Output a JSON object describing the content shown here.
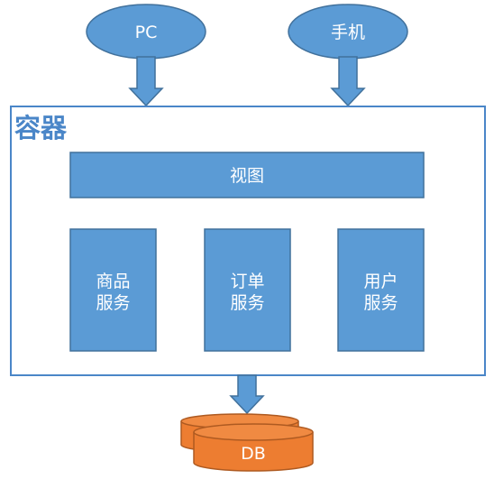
{
  "clients": {
    "pc": "PC",
    "mobile": "手机"
  },
  "container": {
    "title": "容器",
    "view": "视图",
    "services": {
      "product": [
        "商品",
        "服务"
      ],
      "order": [
        "订单",
        "服务"
      ],
      "user": [
        "用户",
        "服务"
      ]
    }
  },
  "database": {
    "label": "DB"
  },
  "colors": {
    "blue_fill": "#5b9bd5",
    "blue_stroke": "#41719c",
    "orange_fill": "#ed7d31",
    "orange_stroke": "#ae5a21"
  }
}
